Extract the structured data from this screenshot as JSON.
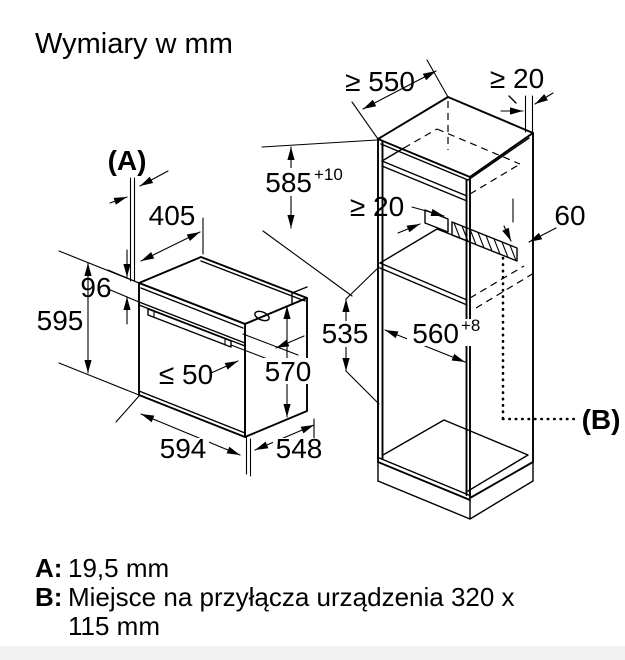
{
  "title": "Wymiary w mm",
  "colors": {
    "line": "#000000",
    "background": "#ffffff",
    "footer_band": "#f1f1f1"
  },
  "diagram": {
    "unit": "mm",
    "oven": {
      "front_overhang": "(A)",
      "top_depth": "405",
      "control_panel_height": "96",
      "height_with_door": "595",
      "handle_clearance": "≤ 50",
      "body_height": "570",
      "width": "594",
      "depth": "548"
    },
    "cabinet": {
      "min_niche_depth": "≥ 550",
      "rear_top_gap": "≥ 20",
      "niche_height": "585",
      "niche_height_tolerance": "+10",
      "vent_cutout_depth": "≥ 20",
      "vent_cutout_height": "60",
      "lower_clearance_height": "535",
      "niche_width": "560",
      "niche_width_tolerance": "+8",
      "connection_area": "(B)"
    }
  },
  "legend": {
    "a_key": "A:",
    "a_value": "19,5 mm",
    "b_key": "B:",
    "b_value_line1": "Miejsce na przyłącza urządzenia 320 x",
    "b_value_line2": "115 mm"
  }
}
